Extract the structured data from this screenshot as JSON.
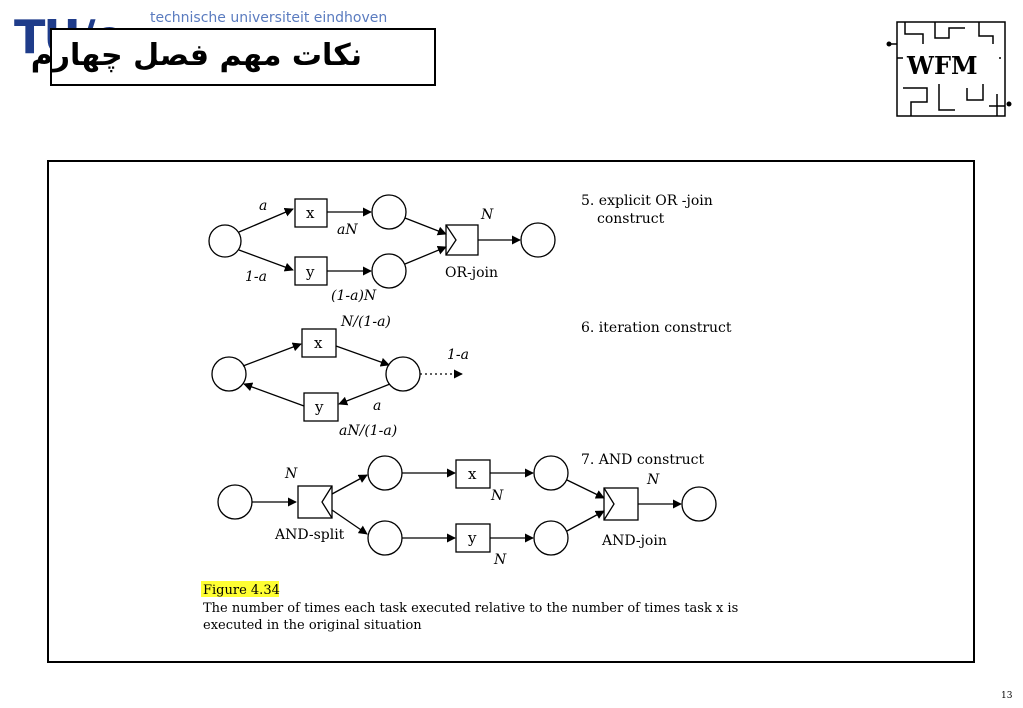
{
  "header": {
    "logo_letters": "TU/e",
    "university": "technische universiteit eindhoven",
    "title": "نکات مهم فصل چهارم",
    "wfm_logo": "WFM"
  },
  "diagram": {
    "constructs": [
      {
        "label": "5. explicit OR -join\nconstruct",
        "label_line1": "5. explicit OR -join",
        "label_line2": "construct",
        "tasks": [
          "x",
          "y"
        ],
        "arc_labels": [
          "a",
          "1-a",
          "aN",
          "(1-a)N",
          "N"
        ],
        "join": "OR-join"
      },
      {
        "label": "6. iteration construct",
        "tasks": [
          "x",
          "y"
        ],
        "arc_labels": [
          "N/(1-a)",
          "1-a",
          "a",
          "aN/(1-a)"
        ]
      },
      {
        "label": "7. AND construct",
        "tasks": [
          "x",
          "y"
        ],
        "arc_labels": [
          "N",
          "N",
          "N",
          "N"
        ],
        "split": "AND-split",
        "join": "AND-join"
      }
    ],
    "caption_title": "Figure 4.34",
    "caption_line1": "The number of times each task executed relative to the number of times task x is",
    "caption_line2": "executed in the original situation"
  },
  "page_number": "13",
  "colors": {
    "tu_blue": "#1f3c8a",
    "highlight": "#ffff33"
  }
}
